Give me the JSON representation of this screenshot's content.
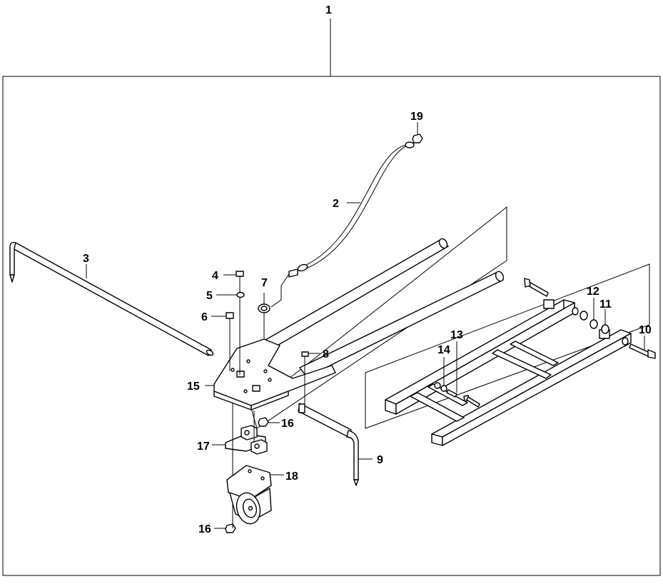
{
  "diagram": {
    "labels": {
      "l1": "1",
      "l2": "2",
      "l3": "3",
      "l4": "4",
      "l5": "5",
      "l6": "6",
      "l7": "7",
      "l8": "8",
      "l9": "9",
      "l10": "10",
      "l11": "11",
      "l12": "12",
      "l13": "13",
      "l14": "14",
      "l15": "15",
      "l16a": "16",
      "l16b": "16",
      "l17": "17",
      "l18": "18",
      "l19": "19"
    }
  }
}
